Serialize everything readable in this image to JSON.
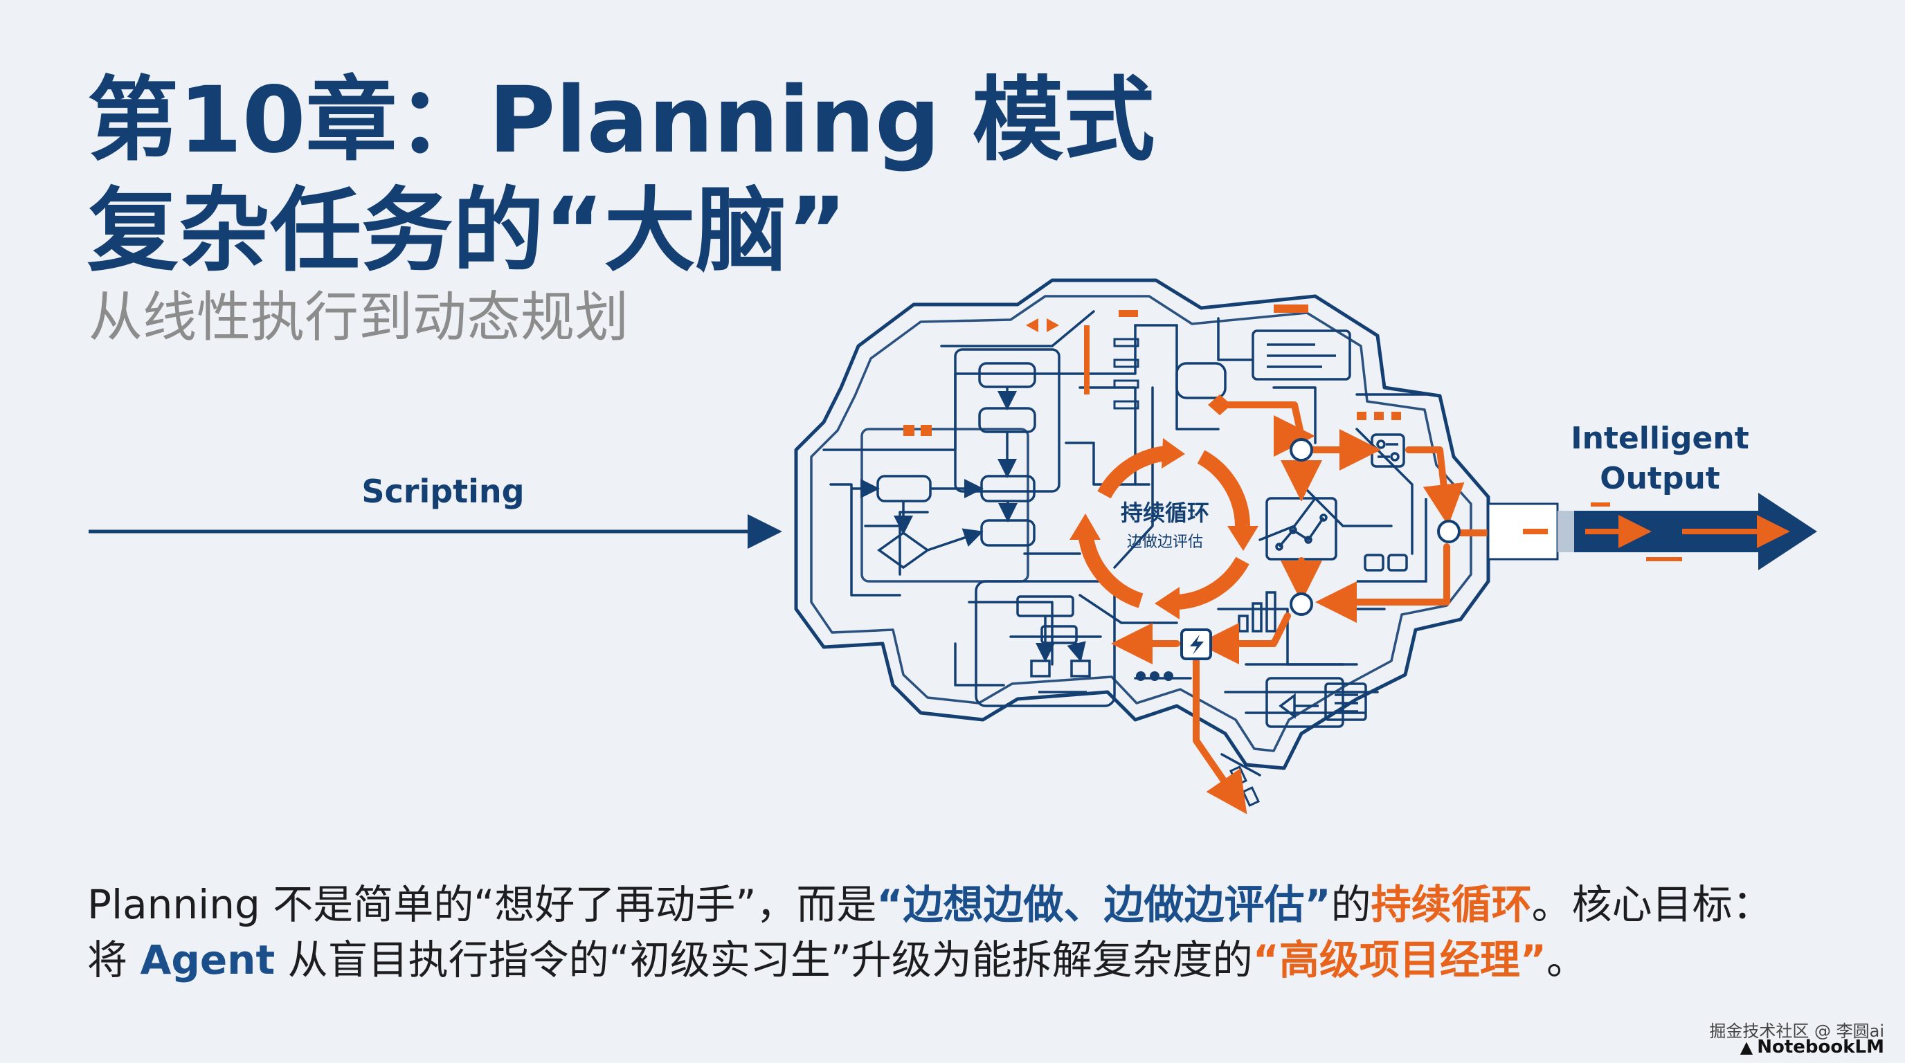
{
  "slide": {
    "title_line1": "第10章：Planning 模式",
    "title_line2": "复杂任务的“大脑”",
    "subtitle": "从线性执行到动态规划"
  },
  "diagram": {
    "input_label": "Scripting",
    "output_label_line1": "Intelligent",
    "output_label_line2": "Output",
    "center_label_main": "持续循环",
    "center_label_sub": "边做边评估",
    "colors": {
      "navy": "#143f72",
      "orange": "#e8641c",
      "background": "#eef1f5"
    },
    "icons": [
      "flowchart-icon",
      "line-chart-icon",
      "bar-chart-icon",
      "lightning-icon",
      "document-icon",
      "toggle-icon",
      "cycle-arrows-icon"
    ]
  },
  "caption": {
    "line1_part1": "Planning 不是简单的“想好了再动手”，而是",
    "line1_highlight1": "“边想边做、边做边评估”",
    "line1_part2": "的",
    "line1_highlight2": "持续循环",
    "line1_part3": "。核心目标：",
    "line2_part1": "将 ",
    "line2_highlight1": "Agent",
    "line2_part2": " 从盲目执行指令的“初级实习生”升级为能拆解复杂度的",
    "line2_highlight2": "“高级项目经理”",
    "line2_part3": "。"
  },
  "watermark": {
    "source": "掘金技术社区 @ 李圆ai",
    "brand": "NotebookLM"
  }
}
